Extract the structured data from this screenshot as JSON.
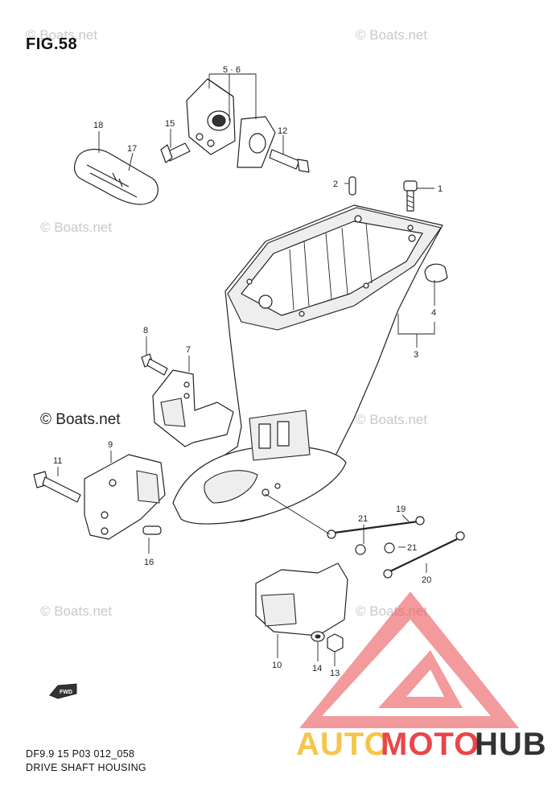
{
  "figure": {
    "title": "FIG.58",
    "code": "DF9.9 15 P03 012_058",
    "name": "DRIVE SHAFT HOUSING"
  },
  "watermarks": {
    "light": "© Boats.net",
    "dark": "© Boats.net"
  },
  "callouts": [
    {
      "id": "c-5-6",
      "label": "5 · 6"
    },
    {
      "id": "c-18",
      "label": "18"
    },
    {
      "id": "c-15",
      "label": "15"
    },
    {
      "id": "c-17",
      "label": "17"
    },
    {
      "id": "c-12",
      "label": "12"
    },
    {
      "id": "c-2",
      "label": "2"
    },
    {
      "id": "c-1",
      "label": "1"
    },
    {
      "id": "c-4",
      "label": "4"
    },
    {
      "id": "c-3",
      "label": "3"
    },
    {
      "id": "c-8",
      "label": "8"
    },
    {
      "id": "c-7",
      "label": "7"
    },
    {
      "id": "c-9",
      "label": "9"
    },
    {
      "id": "c-11",
      "label": "11"
    },
    {
      "id": "c-16",
      "label": "16"
    },
    {
      "id": "c-21a",
      "label": "21"
    },
    {
      "id": "c-19",
      "label": "19"
    },
    {
      "id": "c-21b",
      "label": "21"
    },
    {
      "id": "c-20",
      "label": "20"
    },
    {
      "id": "c-10",
      "label": "10"
    },
    {
      "id": "c-14",
      "label": "14"
    },
    {
      "id": "c-13",
      "label": "13"
    }
  ],
  "fwd_label": "FWD",
  "logo": {
    "part1": "AUTO",
    "part2": "MOTO",
    "part3": "HUB",
    "colors": {
      "yellow": "#f6c54a",
      "red": "#e8474b",
      "dark": "#333333"
    }
  }
}
